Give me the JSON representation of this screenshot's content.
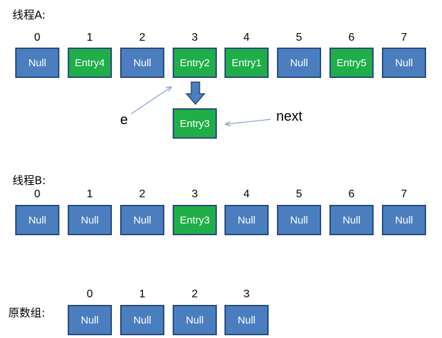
{
  "thread_a": {
    "label": "线程A:",
    "indices": [
      "0",
      "1",
      "2",
      "3",
      "4",
      "5",
      "6",
      "7"
    ],
    "cells": [
      {
        "text": "Null",
        "kind": "null"
      },
      {
        "text": "Entry4",
        "kind": "entry"
      },
      {
        "text": "Null",
        "kind": "null"
      },
      {
        "text": "Entry2",
        "kind": "entry"
      },
      {
        "text": "Entry1",
        "kind": "entry"
      },
      {
        "text": "Null",
        "kind": "null"
      },
      {
        "text": "Entry5",
        "kind": "entry"
      },
      {
        "text": "Null",
        "kind": "null"
      }
    ],
    "chain_entry": "Entry3",
    "e_label": "e",
    "next_label": "next"
  },
  "thread_b": {
    "label": "线程B:",
    "indices": [
      "0",
      "1",
      "2",
      "3",
      "4",
      "5",
      "6",
      "7"
    ],
    "cells": [
      {
        "text": "Null",
        "kind": "null"
      },
      {
        "text": "Null",
        "kind": "null"
      },
      {
        "text": "Null",
        "kind": "null"
      },
      {
        "text": "Entry3",
        "kind": "entry"
      },
      {
        "text": "Null",
        "kind": "null"
      },
      {
        "text": "Null",
        "kind": "null"
      },
      {
        "text": "Null",
        "kind": "null"
      },
      {
        "text": "Null",
        "kind": "null"
      }
    ]
  },
  "original_array": {
    "label": "原数组:",
    "indices": [
      "0",
      "1",
      "2",
      "3"
    ],
    "cells": [
      {
        "text": "Null",
        "kind": "null"
      },
      {
        "text": "Null",
        "kind": "null"
      },
      {
        "text": "Null",
        "kind": "null"
      },
      {
        "text": "Null",
        "kind": "null"
      }
    ]
  },
  "colors": {
    "null_fill": "#4a7ebf",
    "entry_fill": "#1fae47",
    "border": "#2a4a7d",
    "pointer": "#7f9fd0"
  }
}
